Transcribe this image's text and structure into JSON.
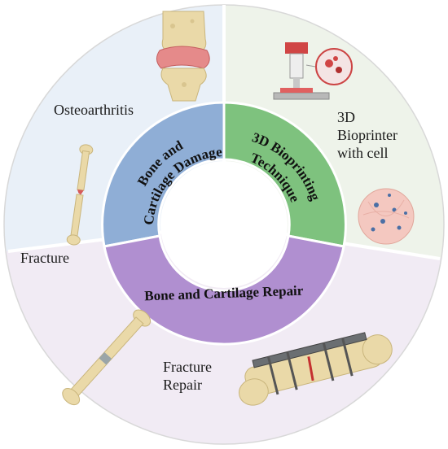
{
  "labels": {
    "osteoarthritis": "Osteoarthritis",
    "fracture": "Fracture",
    "bioprinter_line1": "3D",
    "bioprinter_line2": "Bioprinter",
    "bioprinter_line3": "with cell",
    "fracture_repair_line1": "Fracture",
    "fracture_repair_line2": "Repair"
  },
  "ring": {
    "damage_line1": "Bone and",
    "damage_line2": "Cartilage Damage",
    "technique_line1": "3D Bioprinting",
    "technique_line2": "Technique",
    "repair": "Bone and Cartilage Repair"
  },
  "colors": {
    "damage_segment": "#8faed6",
    "technique_segment": "#7ec27e",
    "repair_segment": "#b08fd0",
    "sector_top_left": "#e9f0f8",
    "sector_top_right": "#eef3ea",
    "sector_bottom": "#f1ebf4"
  },
  "icons": {
    "knee": "knee-joint-icon",
    "broken_bone": "fractured-bone-icon",
    "printer": "bioprinter-icon",
    "cell": "cell-sphere-icon",
    "healed_bone": "repaired-bone-icon",
    "plated_bone": "plated-bone-icon"
  }
}
